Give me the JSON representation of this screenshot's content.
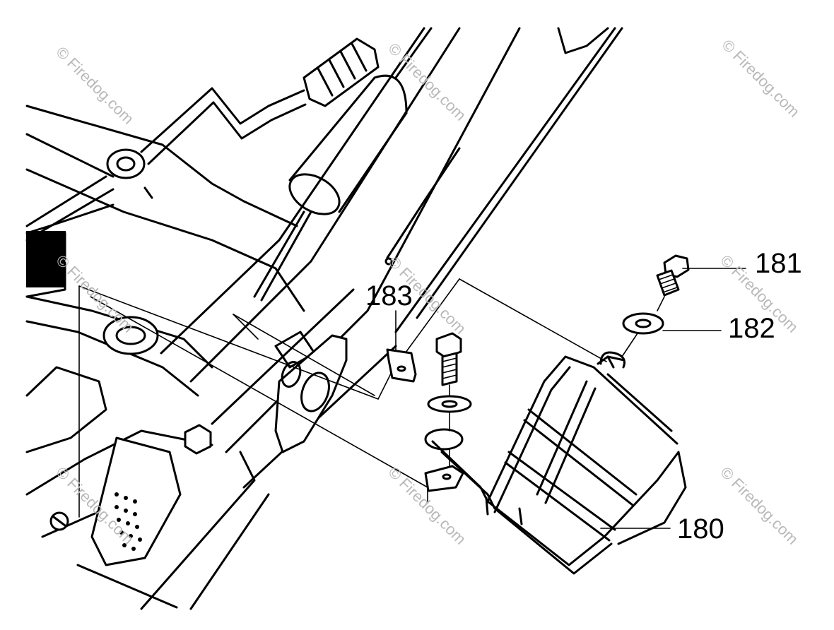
{
  "diagram": {
    "callouts": [
      {
        "id": "180",
        "label": "180"
      },
      {
        "id": "181",
        "label": "181"
      },
      {
        "id": "182",
        "label": "182"
      },
      {
        "id": "183",
        "label": "183"
      }
    ],
    "watermark": "© Firedog.com",
    "colors": {
      "ink": "#000000",
      "paper": "#ffffff",
      "watermark": "#b9b9b9"
    }
  }
}
